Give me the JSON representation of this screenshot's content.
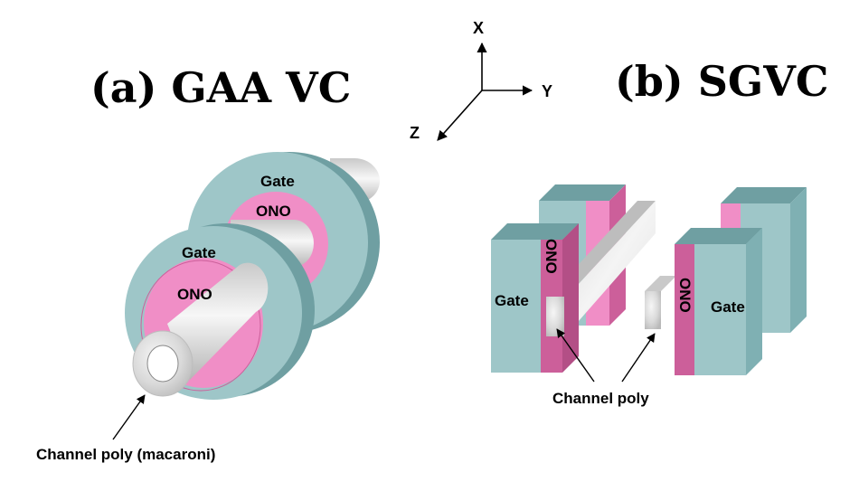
{
  "titles": {
    "a": "(a)  GAA VC",
    "b": "(b) SGVC"
  },
  "axes": {
    "x": "X",
    "y": "Y",
    "z": "Z"
  },
  "gaa": {
    "gate_back": "Gate",
    "ono_back": "ONO",
    "gate_front": "Gate",
    "ono_front": "ONO",
    "channel": "Channel poly (macaroni)"
  },
  "sgvc": {
    "ono_left": "ONO",
    "gate_left": "Gate",
    "ono_right": "ONO",
    "gate_right": "Gate",
    "channel": "Channel poly"
  },
  "colors": {
    "gate_teal": "#9ec6c8",
    "gate_teal_dark": "#6f9fa2",
    "ono_pink": "#f08ec6",
    "ono_pink_dark": "#cc5f9a",
    "channel_gray": "#e3e3e3"
  }
}
